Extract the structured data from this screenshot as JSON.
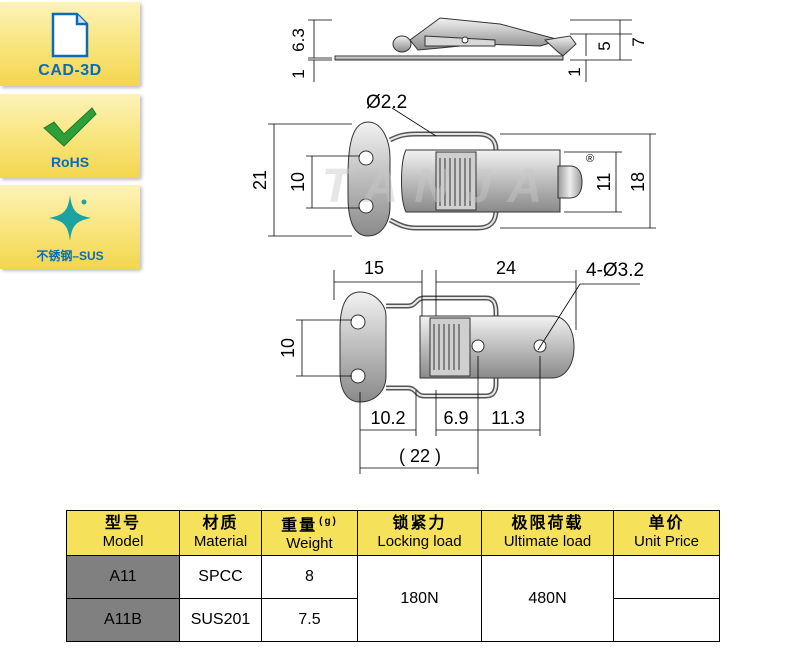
{
  "badges": [
    {
      "label": "CAD-3D",
      "icon": "document-icon"
    },
    {
      "label": "RoHS",
      "icon": "checkmark-icon"
    },
    {
      "label": "不锈钢–SUS",
      "icon": "sparkle-icon"
    }
  ],
  "drawing": {
    "watermark": "TANJA",
    "top_view": {
      "d1": "6.3",
      "d2": "1",
      "d3": "5",
      "d4": "7",
      "d5": "1"
    },
    "front_view": {
      "wire_dia": "Ø2.2",
      "h_outer": "21",
      "h_inner": "10",
      "h_right_inner": "11",
      "h_right_outer": "18",
      "registered": "®"
    },
    "bottom_view": {
      "w_left": "15",
      "w_right": "24",
      "holes": "4-Ø3.2",
      "h": "10",
      "x1": "10.2",
      "x2": "6.9",
      "x3": "11.3",
      "total": "( 22 )"
    }
  },
  "table": {
    "headers": [
      {
        "cn": "型号",
        "en": "Model"
      },
      {
        "cn": "材质",
        "en": "Material"
      },
      {
        "cn": "重量",
        "en": "Weight",
        "unit": "(g)"
      },
      {
        "cn": "锁紧力",
        "en": "Locking load"
      },
      {
        "cn": "极限荷载",
        "en": "Ultimate load"
      },
      {
        "cn": "单价",
        "en": "Unit Price"
      }
    ],
    "rows": [
      {
        "model": "A11",
        "material": "SPCC",
        "weight": "8"
      },
      {
        "model": "A11B",
        "material": "SUS201",
        "weight": "7.5"
      }
    ],
    "locking_load": "180N",
    "ultimate_load": "480N",
    "unit_price": ""
  },
  "colors": {
    "badge_yellow": "#f8e47a",
    "badge_blue": "#0b6bb6",
    "header_yellow": "#f6e25a",
    "model_gray": "#808080",
    "check_green": "#2e9e3a",
    "sparkle_teal": "#1aa3a0"
  }
}
